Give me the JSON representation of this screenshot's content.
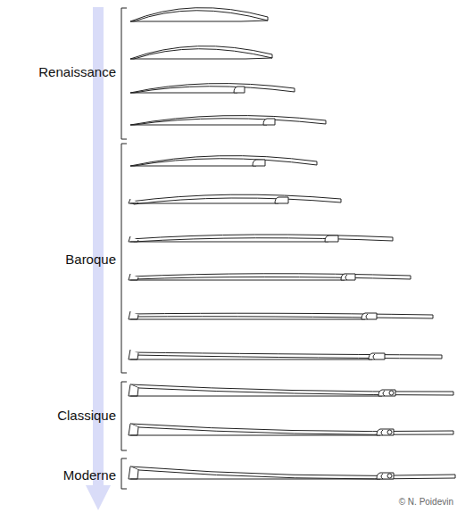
{
  "diagram": {
    "labels": [
      "Renaissance",
      "Baroque",
      "Classique",
      "Moderne",
      "© N. Poidevin"
    ]
  }
}
